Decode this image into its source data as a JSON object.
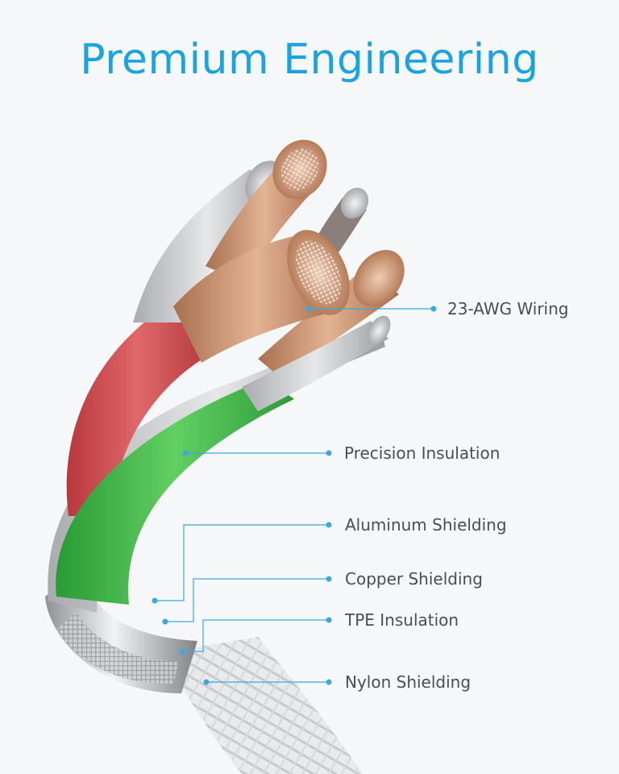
{
  "title": "Premium Engineering",
  "labels": {
    "wiring": "23-AWG Wiring",
    "precision_insulation": "Precision Insulation",
    "aluminum_shielding": "Aluminum Shielding",
    "copper_shielding": "Copper Shielding",
    "tpe_insulation": "TPE Insulation",
    "nylon_shielding": "Nylon Shielding"
  },
  "colors": {
    "title": "#1aa3e0",
    "leader_line": "#3aa9dd",
    "label_text": "#4a4d52",
    "copper": "#c98f6e",
    "red_insulation": "#d9595c",
    "green_insulation": "#3fb54a",
    "silver": "#c9cbcd"
  }
}
